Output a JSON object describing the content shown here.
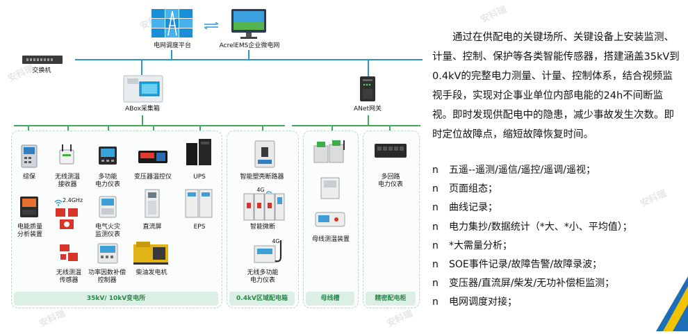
{
  "top_nodes": {
    "grid_platform": "电网调度平台",
    "ems_platform": "AcrelEMS企业微电网",
    "switch": "交换机",
    "abox": "ABox采集箱",
    "anet": "ANet网关"
  },
  "devices": {
    "zongbao": "综保",
    "wireless_temp_receiver": "无线测温\n接收器",
    "multi_power_meter": "多功能\n电力仪表",
    "transformer_temp": "变压器温控仪",
    "ups": "UPS",
    "power_quality": "电能质量\n分析装置",
    "gauge_24ghz": "2.4GHz",
    "fire_monitor": "电气火灾\n监测仪表",
    "dc_screen": "直流屏",
    "eps": "EPS",
    "wireless_temp_sensor": "无线测温\n传感器",
    "pf_controller": "功率因数补偿\n控制器",
    "diesel_gen": "柴油发电机",
    "smart_breaker": "智能塑壳断路器",
    "signal_4g_a": "4G",
    "smart_mcb": "智能微断",
    "signal_4g_b": "4G",
    "wireless_meter": "无线多功能\n电力仪表",
    "busbar_temp": "母线测温装置",
    "multi_circuit": "多回路\n电力仪表"
  },
  "panels": {
    "substation": "35kV/ 10kV变电所",
    "lv_box": "0.4kV区域配电箱",
    "busway": "母线槽",
    "precision": "精密配电柜"
  },
  "description": {
    "paragraph": "通过在供配电的关键场所、关键设备上安装监测、计量、控制、保护等各类智能传感器，搭建涵盖35kV到0.4kV的完整电力测量、计量、控制体系，结合视频监视手段，实现对企事业单位内部电能的24h不间断监视。即时发现供配电中的隐患，减少事故发生次数。即时定位故障点，缩短故障恢复时间。",
    "bullet_marker": "n",
    "items": [
      "五遥--遥测/遥信/遥控/遥调/遥视；",
      "页面组态；",
      "曲线记录；",
      "电力集抄/数据统计（*大、*小、平均值）；",
      "*大需量分析；",
      "SOE事件记录/故障告警/故障录波；",
      "变压器/直流屏/柴发/无功补偿柜监测；",
      "电网调度对接；"
    ]
  },
  "watermark": "安科瑞",
  "colors": {
    "bus_blue": "#2e95d3",
    "bus_green": "#43a95e",
    "panel_footer": "#dcefe4",
    "corner_yellow": "#f2c300",
    "corner_blue": "#1c6fb6"
  }
}
